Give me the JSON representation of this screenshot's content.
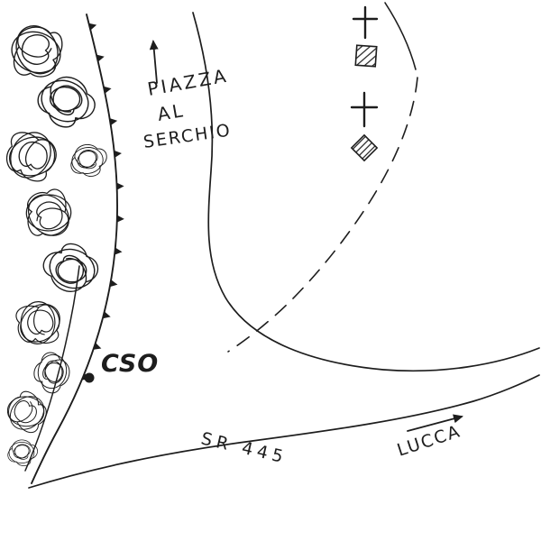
{
  "page": {
    "background": "#ffffff",
    "ink_color": "#1d1d1d"
  },
  "labels": {
    "north_destination": {
      "line1": "PIAZZA",
      "line2": "AL",
      "line3": "SERCHIO"
    },
    "point_marker": "CSO",
    "road_name": "SR 445",
    "east_destination": "LUCCA"
  },
  "features": {
    "vegetation": "tree-scribble-cluster",
    "embankment": "barbed-line",
    "dashed_track": "dashed-line",
    "church_symbols": [
      "cross-with-hatched-square",
      "cross-with-hatched-diamond"
    ],
    "arrows": [
      "north-arrow-to-piazza-al-serchio",
      "east-arrow-to-lucca"
    ],
    "point": "filled-dot"
  },
  "style": {
    "dash_pattern": "16 11",
    "road_stroke_width": 1.7
  }
}
